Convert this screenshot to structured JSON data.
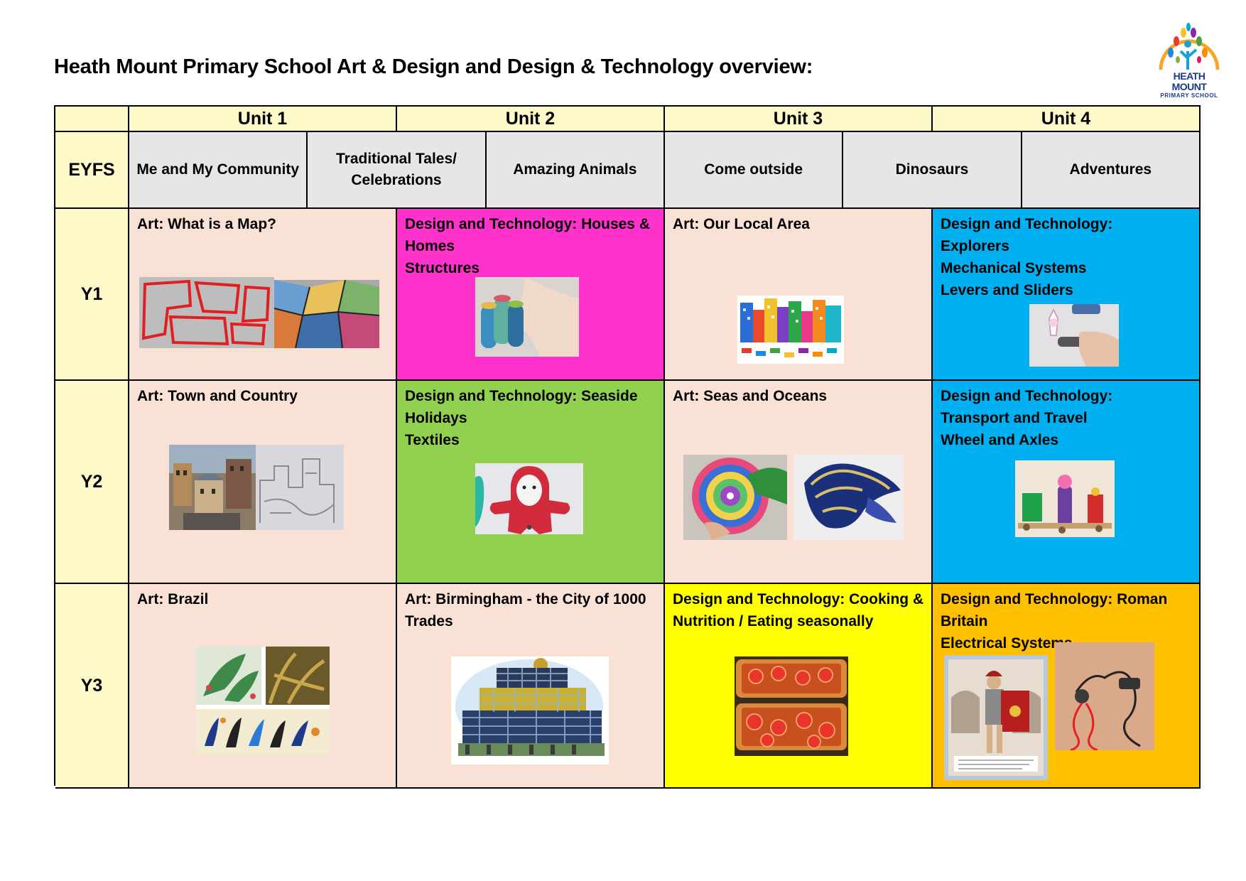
{
  "page": {
    "title": "Heath Mount Primary School Art & Design and Design & Technology overview:",
    "logo": {
      "name_line1": "HEATH MOUNT",
      "name_line2": "PRIMARY SCHOOL"
    }
  },
  "units": [
    "Unit 1",
    "Unit 2",
    "Unit 3",
    "Unit 4"
  ],
  "eyfs": {
    "label": "EYFS",
    "topics": [
      "Me and My Community",
      "Traditional Tales/ Celebrations",
      "Amazing Animals",
      "Come outside",
      "Dinosaurs",
      "Adventures"
    ]
  },
  "years": [
    {
      "label": "Y1",
      "cells": [
        {
          "heading": "Art: What is a Map?",
          "color": "#f9e1d6"
        },
        {
          "heading": "Design and Technology: Houses & Homes\nStructures",
          "color": "#ff33cc"
        },
        {
          "heading": "Art: Our Local Area",
          "color": "#f9e1d6"
        },
        {
          "heading": "Design and Technology:\nExplorers\nMechanical Systems\nLevers and Sliders",
          "color": "#00b0f0"
        }
      ]
    },
    {
      "label": "Y2",
      "cells": [
        {
          "heading": "Art: Town and Country",
          "color": "#f9e1d6"
        },
        {
          "heading": "Design and Technology: Seaside Holidays\nTextiles",
          "color": "#92d050"
        },
        {
          "heading": "Art: Seas and Oceans",
          "color": "#f9e1d6"
        },
        {
          "heading": "Design and Technology:\nTransport and Travel\nWheel and Axles",
          "color": "#00b0f0"
        }
      ]
    },
    {
      "label": "Y3",
      "cells": [
        {
          "heading": "Art: Brazil",
          "color": "#f9e1d6"
        },
        {
          "heading": "Art: Birmingham - the City of 1000 Trades",
          "color": "#f9e1d6"
        },
        {
          "heading": "Design and Technology: Cooking & Nutrition / Eating seasonally",
          "color": "#ffff00"
        },
        {
          "heading": "Design and Technology: Roman Britain\nElectrical Systems",
          "color": "#ffc000"
        }
      ]
    }
  ]
}
